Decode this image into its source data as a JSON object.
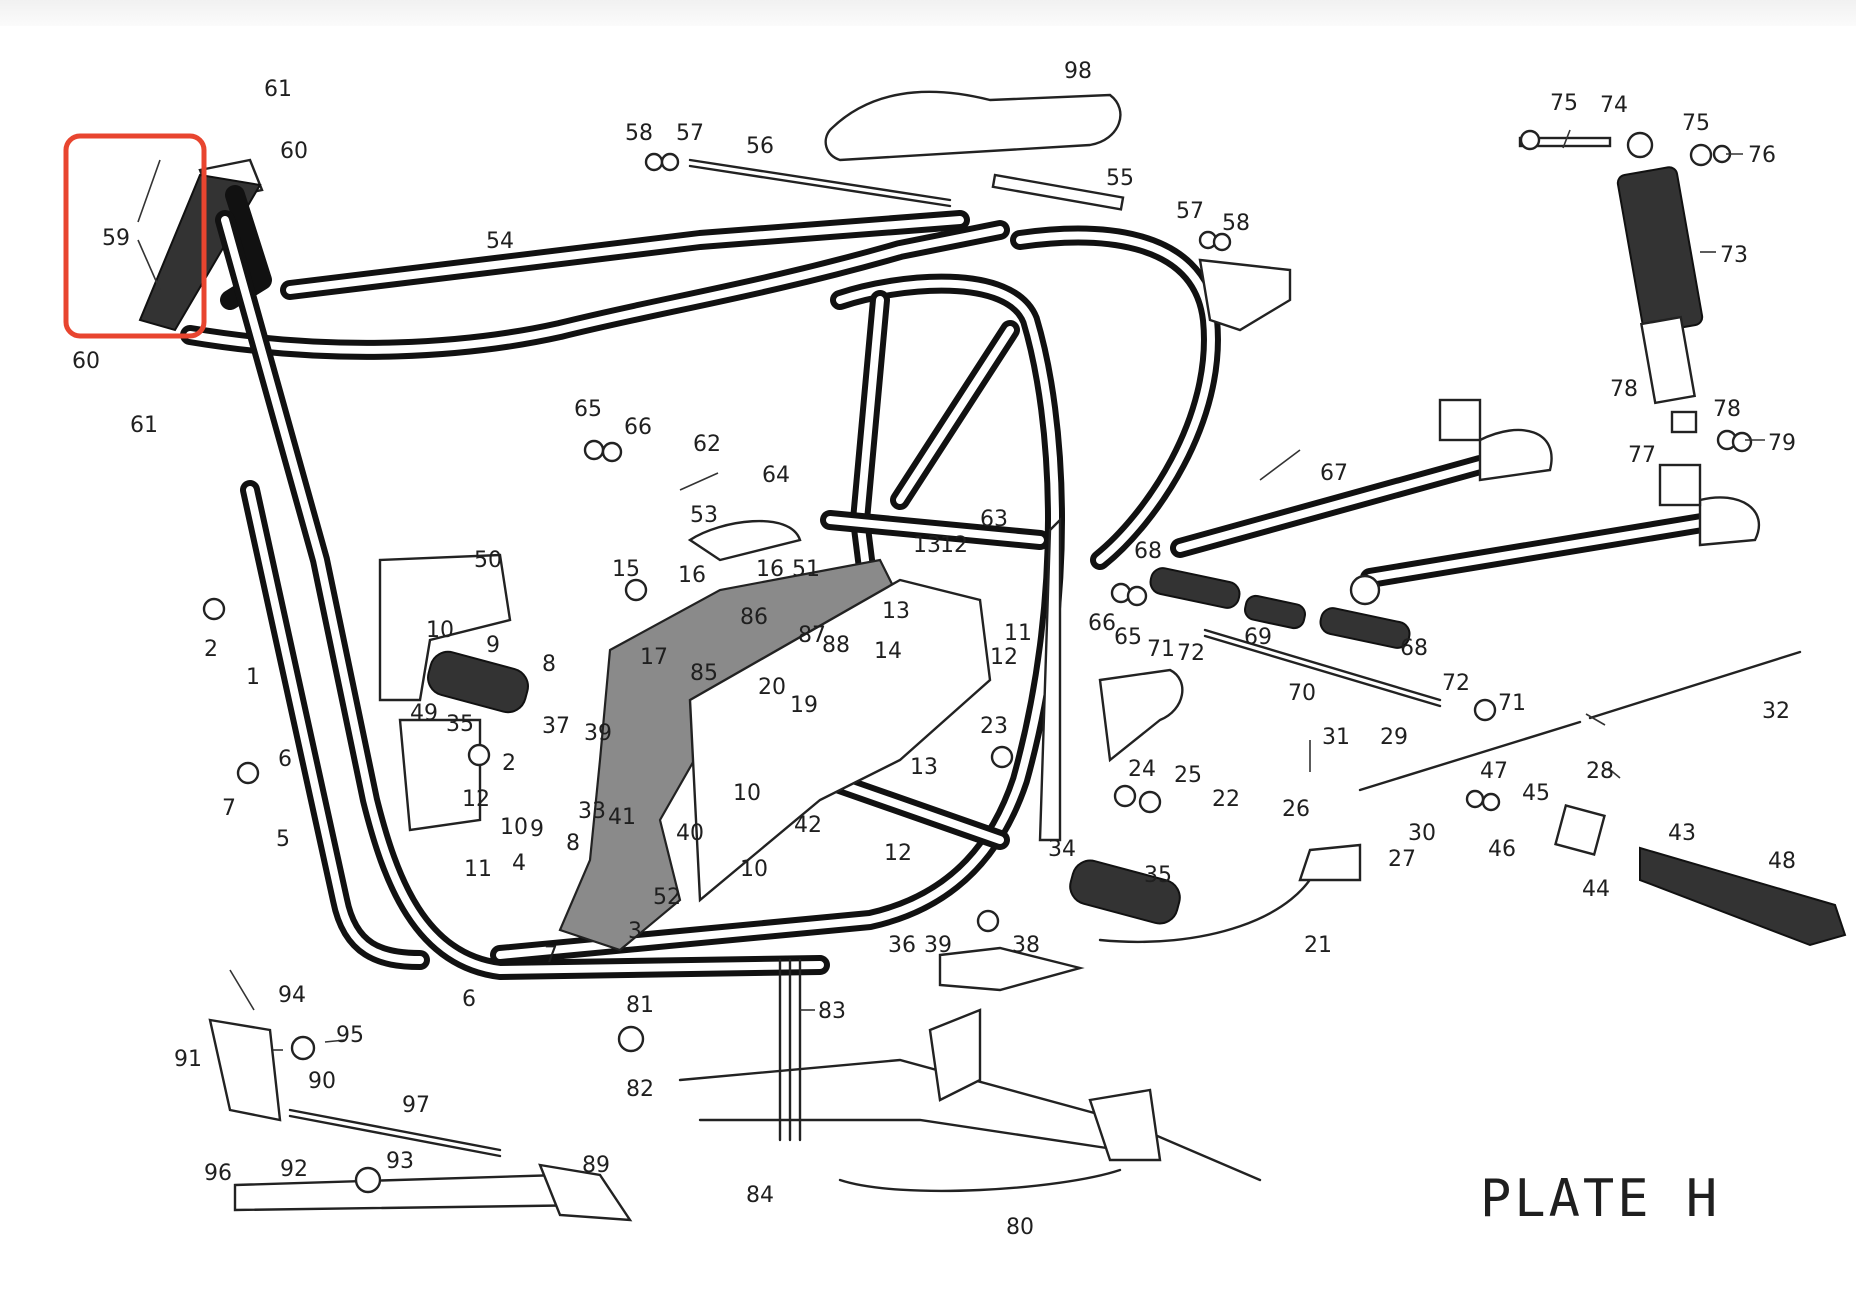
{
  "plate_title": "PLATE H",
  "highlight": {
    "color": "#e8452f",
    "target_part": "59"
  },
  "labels": [
    {
      "id": "l61a",
      "text": "61"
    },
    {
      "id": "l60a",
      "text": "60"
    },
    {
      "id": "l59",
      "text": "59"
    },
    {
      "id": "l60b",
      "text": "60"
    },
    {
      "id": "l61b",
      "text": "61"
    },
    {
      "id": "l54",
      "text": "54"
    },
    {
      "id": "l98",
      "text": "98"
    },
    {
      "id": "l58a",
      "text": "58"
    },
    {
      "id": "l57a",
      "text": "57"
    },
    {
      "id": "l56",
      "text": "56"
    },
    {
      "id": "l55",
      "text": "55"
    },
    {
      "id": "l57b",
      "text": "57"
    },
    {
      "id": "l58b",
      "text": "58"
    },
    {
      "id": "l75a",
      "text": "75"
    },
    {
      "id": "l74",
      "text": "74"
    },
    {
      "id": "l75b",
      "text": "75"
    },
    {
      "id": "l76",
      "text": "76"
    },
    {
      "id": "l73",
      "text": "73"
    },
    {
      "id": "l78a",
      "text": "78"
    },
    {
      "id": "l77",
      "text": "77"
    },
    {
      "id": "l78b",
      "text": "78"
    },
    {
      "id": "l79",
      "text": "79"
    },
    {
      "id": "l65a",
      "text": "65"
    },
    {
      "id": "l66a",
      "text": "66"
    },
    {
      "id": "l62",
      "text": "62"
    },
    {
      "id": "l64",
      "text": "64"
    },
    {
      "id": "l53",
      "text": "53"
    },
    {
      "id": "l63",
      "text": "63"
    },
    {
      "id": "l67",
      "text": "67"
    },
    {
      "id": "l68a",
      "text": "68"
    },
    {
      "id": "l50",
      "text": "50"
    },
    {
      "id": "l15",
      "text": "15"
    },
    {
      "id": "l16a",
      "text": "16"
    },
    {
      "id": "l16b",
      "text": "16"
    },
    {
      "id": "l51",
      "text": "51"
    },
    {
      "id": "l13a",
      "text": "13"
    },
    {
      "id": "l12a",
      "text": "12"
    },
    {
      "id": "l11a",
      "text": "11"
    },
    {
      "id": "l66b",
      "text": "66"
    },
    {
      "id": "l65b",
      "text": "65"
    },
    {
      "id": "l71a",
      "text": "71"
    },
    {
      "id": "l72a",
      "text": "72"
    },
    {
      "id": "l69",
      "text": "69"
    },
    {
      "id": "l68b",
      "text": "68"
    },
    {
      "id": "l13b",
      "text": "13"
    },
    {
      "id": "l12b",
      "text": "12"
    },
    {
      "id": "l10a",
      "text": "10"
    },
    {
      "id": "l9a",
      "text": "9"
    },
    {
      "id": "l86",
      "text": "86"
    },
    {
      "id": "l87",
      "text": "87"
    },
    {
      "id": "l88",
      "text": "88"
    },
    {
      "id": "l14",
      "text": "14"
    },
    {
      "id": "l17",
      "text": "17"
    },
    {
      "id": "l2a",
      "text": "2"
    },
    {
      "id": "l1",
      "text": "1"
    },
    {
      "id": "l8a",
      "text": "8"
    },
    {
      "id": "l85",
      "text": "85"
    },
    {
      "id": "l20",
      "text": "20"
    },
    {
      "id": "l19",
      "text": "19"
    },
    {
      "id": "l70",
      "text": "70"
    },
    {
      "id": "l72b",
      "text": "72"
    },
    {
      "id": "l71b",
      "text": "71"
    },
    {
      "id": "l32",
      "text": "32"
    },
    {
      "id": "l49",
      "text": "49"
    },
    {
      "id": "l35a",
      "text": "35"
    },
    {
      "id": "l37",
      "text": "37"
    },
    {
      "id": "l39a",
      "text": "39"
    },
    {
      "id": "l23",
      "text": "23"
    },
    {
      "id": "l6a",
      "text": "6"
    },
    {
      "id": "l2b",
      "text": "2"
    },
    {
      "id": "l13c",
      "text": "13"
    },
    {
      "id": "l31",
      "text": "31"
    },
    {
      "id": "l29",
      "text": "29"
    },
    {
      "id": "l28",
      "text": "28"
    },
    {
      "id": "l7a",
      "text": "7"
    },
    {
      "id": "l12c",
      "text": "12"
    },
    {
      "id": "l10b",
      "text": "10"
    },
    {
      "id": "l24",
      "text": "24"
    },
    {
      "id": "l25",
      "text": "25"
    },
    {
      "id": "l22",
      "text": "22"
    },
    {
      "id": "l47",
      "text": "47"
    },
    {
      "id": "l45",
      "text": "45"
    },
    {
      "id": "l5",
      "text": "5"
    },
    {
      "id": "l10c",
      "text": "10"
    },
    {
      "id": "l9b",
      "text": "9"
    },
    {
      "id": "l33",
      "text": "33"
    },
    {
      "id": "l41",
      "text": "41"
    },
    {
      "id": "l8b",
      "text": "8"
    },
    {
      "id": "l42",
      "text": "42"
    },
    {
      "id": "l26",
      "text": "26"
    },
    {
      "id": "l30",
      "text": "30"
    },
    {
      "id": "l46",
      "text": "46"
    },
    {
      "id": "l43",
      "text": "43"
    },
    {
      "id": "l11b",
      "text": "11"
    },
    {
      "id": "l40",
      "text": "40"
    },
    {
      "id": "l12d",
      "text": "12"
    },
    {
      "id": "l34",
      "text": "34"
    },
    {
      "id": "l27",
      "text": "27"
    },
    {
      "id": "l4",
      "text": "4"
    },
    {
      "id": "l10d",
      "text": "10"
    },
    {
      "id": "l52",
      "text": "52"
    },
    {
      "id": "l35b",
      "text": "35"
    },
    {
      "id": "l44",
      "text": "44"
    },
    {
      "id": "l48",
      "text": "48"
    },
    {
      "id": "l3",
      "text": "3"
    },
    {
      "id": "l7b",
      "text": "7"
    },
    {
      "id": "l36",
      "text": "36"
    },
    {
      "id": "l39b",
      "text": "39"
    },
    {
      "id": "l38",
      "text": "38"
    },
    {
      "id": "l21",
      "text": "21"
    },
    {
      "id": "l6b",
      "text": "6"
    },
    {
      "id": "l94",
      "text": "94"
    },
    {
      "id": "l81",
      "text": "81"
    },
    {
      "id": "l83",
      "text": "83"
    },
    {
      "id": "l95",
      "text": "95"
    },
    {
      "id": "l91",
      "text": "91"
    },
    {
      "id": "l90",
      "text": "90"
    },
    {
      "id": "l82",
      "text": "82"
    },
    {
      "id": "l97",
      "text": "97"
    },
    {
      "id": "l93",
      "text": "93"
    },
    {
      "id": "l89",
      "text": "89"
    },
    {
      "id": "l96",
      "text": "96"
    },
    {
      "id": "l92",
      "text": "92"
    },
    {
      "id": "l84",
      "text": "84"
    },
    {
      "id": "l80",
      "text": "80"
    }
  ]
}
